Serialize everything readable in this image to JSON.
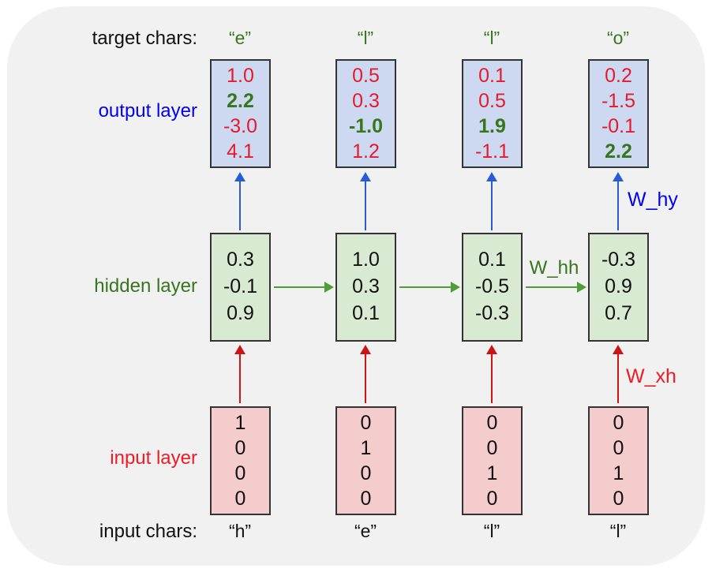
{
  "labels": {
    "target_chars": "target chars:",
    "output_layer": "output layer",
    "hidden_layer": "hidden layer",
    "input_layer": "input layer",
    "input_chars": "input chars:",
    "w_hy": "W_hy",
    "w_hh": "W_hh",
    "w_xh": "W_xh"
  },
  "colors": {
    "panel_bg": "#f1f1f2",
    "box_border": "#333333",
    "box_output_bg": "#ccd9f0",
    "box_hidden_bg": "#d9ead3",
    "box_input_bg": "#f4cccc",
    "value_red": "#e8192c",
    "value_green": "#38761d",
    "label_blue": "#0000ee",
    "label_green": "#38761d",
    "label_red": "#ed1c24",
    "text_black": "#111111",
    "arrow_blue": "#2a5bd7",
    "arrow_green": "#4f9d34",
    "arrow_red": "#cc1414"
  },
  "columns": [
    {
      "target": "“e”",
      "output": [
        {
          "v": "1.0",
          "cls": "vred"
        },
        {
          "v": "2.2",
          "cls": "vgreen"
        },
        {
          "v": "-3.0",
          "cls": "vred"
        },
        {
          "v": "4.1",
          "cls": "vred"
        }
      ],
      "hidden": [
        "0.3",
        "-0.1",
        "0.9"
      ],
      "input": [
        "1",
        "0",
        "0",
        "0"
      ],
      "input_char": "“h”"
    },
    {
      "target": "“l”",
      "output": [
        {
          "v": "0.5",
          "cls": "vred"
        },
        {
          "v": "0.3",
          "cls": "vred"
        },
        {
          "v": "-1.0",
          "cls": "vgreen"
        },
        {
          "v": "1.2",
          "cls": "vred"
        }
      ],
      "hidden": [
        "1.0",
        "0.3",
        "0.1"
      ],
      "input": [
        "0",
        "1",
        "0",
        "0"
      ],
      "input_char": "“e”"
    },
    {
      "target": "“l”",
      "output": [
        {
          "v": "0.1",
          "cls": "vred"
        },
        {
          "v": "0.5",
          "cls": "vred"
        },
        {
          "v": "1.9",
          "cls": "vgreen"
        },
        {
          "v": "-1.1",
          "cls": "vred"
        }
      ],
      "hidden": [
        "0.1",
        "-0.5",
        "-0.3"
      ],
      "input": [
        "0",
        "0",
        "1",
        "0"
      ],
      "input_char": "“l”"
    },
    {
      "target": "“o”",
      "output": [
        {
          "v": "0.2",
          "cls": "vred"
        },
        {
          "v": "-1.5",
          "cls": "vred"
        },
        {
          "v": "-0.1",
          "cls": "vred"
        },
        {
          "v": "2.2",
          "cls": "vgreen"
        }
      ],
      "hidden": [
        "-0.3",
        "0.9",
        "0.7"
      ],
      "input": [
        "0",
        "0",
        "1",
        "0"
      ],
      "input_char": "“l”"
    }
  ]
}
